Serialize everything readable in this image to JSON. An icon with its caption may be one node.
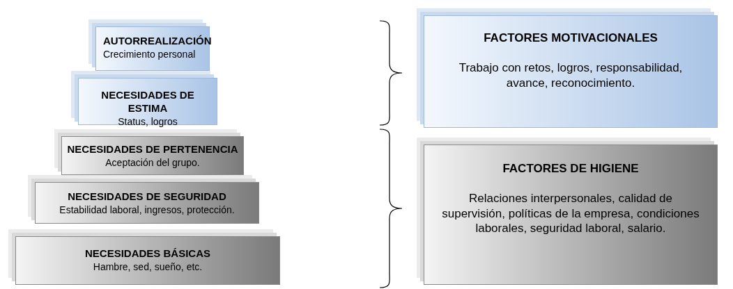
{
  "diagram": {
    "nodes": [
      {
        "text": [
          "AUTORREALIZACIÓN",
          "Crecimiento personal"
        ]
      },
      {
        "text": [
          "NECESIDADES DE ESTIMA",
          "Status, logros"
        ]
      },
      {
        "text": [
          "NECESIDADES DE PERTENENCIA",
          "Aceptación del grupo."
        ]
      },
      {
        "text": [
          "NECESIDADES DE SEGURIDAD",
          "Estabilidad laboral, ingresos, protección."
        ]
      },
      {
        "text": [
          "NECESIDADES BÁSICAS",
          "Hambre, sed, sueño, etc."
        ]
      },
      {
        "text": [
          "FACTORES MOTIVACIONALES",
          "Trabajo con retos, logros, responsabilidad, avance, reconocimiento."
        ]
      },
      {
        "text": [
          "FACTORES DE HIGIENE",
          "Relaciones interpersonales, calidad de supervisión, políticas de la empresa, condiciones laborales, seguridad laboral, salario."
        ]
      }
    ]
  }
}
